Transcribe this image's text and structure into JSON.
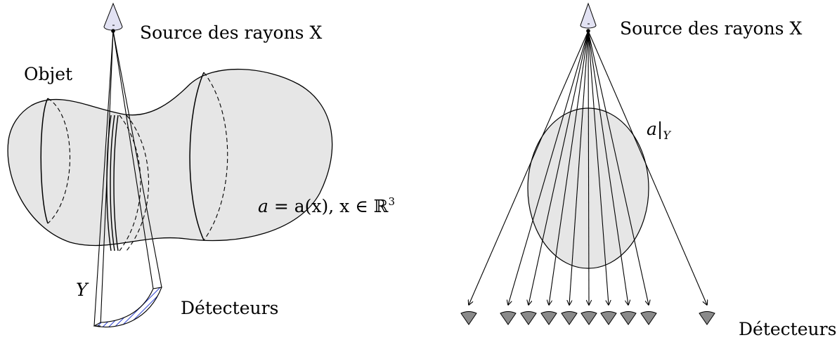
{
  "left_panel": {
    "source_label": "Source des rayons X",
    "object_label": "Objet",
    "function_label": {
      "lhs": "a",
      "eq": " = ",
      "rhs": "a(x), x ∈ ℝ",
      "exp": "3"
    },
    "section_label": "Y",
    "detectors_label": "Détecteurs"
  },
  "right_panel": {
    "source_label": "Source des rayons X",
    "restriction_label": {
      "a": "a",
      "bar": "|",
      "sub": "Y"
    },
    "detectors_label": "Détecteurs"
  },
  "colors": {
    "object_fill": "#e6e6e6",
    "source_fill": "#e2e2f3",
    "hatch": "#2b3fd0",
    "detector_fill": "#8a8a8a",
    "stroke": "#000000"
  }
}
